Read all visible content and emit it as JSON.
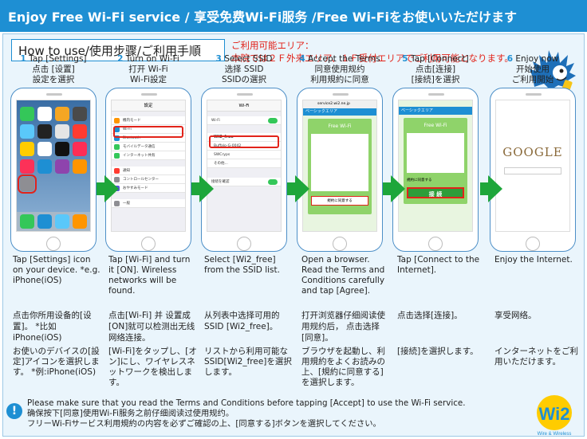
{
  "banner": {
    "title": "Enjoy Free Wi-Fi service / 享受免费Wi-Fi服务 /Free Wi-Fiをお使いいただけます"
  },
  "howto": {
    "label": "How to use/使用步骤/ご利用手順"
  },
  "area": {
    "title": "ご利用可能エリア：",
    "text": "本院では２Ｆ外来エリア、１Ｆ受付エリアでご利用可能となります。"
  },
  "steps": [
    {
      "num": "1",
      "en_title": "Tap [Settings]",
      "zh_title": "点击 [设置]",
      "ja_title": "設定を選択",
      "en": "Tap [Settings] icon on your device. *e.g. iPhone(iOS)",
      "zh": "点击你所用设备的[设置]。 *比如iPhone(iOS)",
      "ja": "お使いのデバイスの[設定]アイコンを選択します。 *例:iPhone(iOS)"
    },
    {
      "num": "2",
      "en_title": "Turn on Wi-Fi",
      "zh_title": "打开 Wi-Fi",
      "ja_title": "Wi-Fi設定",
      "en": "Tap [Wi-Fi] and turn it [ON]. Wireless networks will be found.",
      "zh": "点击[Wi-Fi] 并 设置成[ON]就可以检测出无线网络连接。",
      "ja": "[Wi-Fi]をタップし、[オン]にし、ワイヤレスネットワークを検出します。"
    },
    {
      "num": "3",
      "en_title": "Select SSID",
      "zh_title": "选择 SSID",
      "ja_title": "SSIDの選択",
      "en": "Select [Wi2_free] from the SSID list.",
      "zh": "从列表中选择可用的SSID [Wi2_free]。",
      "ja": "リストから利用可能なSSID[Wi2_free]を選択します。"
    },
    {
      "num": "4",
      "en_title": "Accept the Terms",
      "zh_title": "同意使用规约",
      "ja_title": "利用規約に同意",
      "en": "Open a browser. Read the Terms and Conditions carefully and tap [Agree].",
      "zh": "打开浏览器仔细阅读使用规约后， 点击选择 [同意]。",
      "ja": "ブラウザを起動し、利用規約をよくお読みの上、[規約に同意する]を選択します。"
    },
    {
      "num": "5",
      "en_title": "Tap [Connect]",
      "zh_title": "点击[连接]",
      "ja_title": "[接続]を選択",
      "en": "Tap [Connect to the Internet].",
      "zh": "点击选择[连接]。",
      "ja": "[接続]を選択します。"
    },
    {
      "num": "6",
      "en_title": "Enjoy now",
      "zh_title": "开始使用",
      "ja_title": "ご利用開始",
      "en": "Enjoy the Internet.",
      "zh": "享受网络。",
      "ja": "インターネットをご利用いただけます。"
    }
  ],
  "screens": {
    "s2": {
      "header": "設定",
      "rows": [
        "機内モード",
        "Wi-Fi",
        "Bluetooth",
        "モバイルデータ通信",
        "インターネット共有",
        "通知",
        "コントロールセンター",
        "おやすみモード",
        "一般"
      ]
    },
    "s3": {
      "header": "Wi-Fi",
      "wifi_label": "Wi-Fi",
      "ssid": "Wi2_free",
      "others": [
        "Buffalo-G-0042",
        "SWCryps",
        "その他..."
      ],
      "ask_label": "接続を確認"
    },
    "s4": {
      "url": "service2.wi2.ne.jp",
      "title": "ベーシックエリア",
      "card_title": "Free Wi-Fi",
      "agree": "規約に同意する"
    },
    "s5": {
      "title": "ベーシックエリア",
      "card_title": "Free Wi-Fi",
      "agree": "規約に同意する",
      "connect": "接 続"
    },
    "s6": {
      "logo": "GOOGLE"
    }
  },
  "notice": {
    "en": "Please make sure that you read the Terms and Conditions before tapping [Accept] to use the Wi-Fi service.",
    "zh": "确保按下[同意]使用Wi-Fi服务之前仔细阅读过使用规约。",
    "ja": "フリーWi-Fiサービス利用規約の内容を必ずご確認の上、[同意する]ボタンを選択してください。"
  },
  "logo": {
    "text": "Wi2",
    "tagline": "Wire & Wireless"
  },
  "colors": {
    "brand_blue": "#1e8fd3",
    "accent_red": "#e2231a",
    "arrow_green": "#1ea63a",
    "page_bg": "#eaf5fc"
  }
}
